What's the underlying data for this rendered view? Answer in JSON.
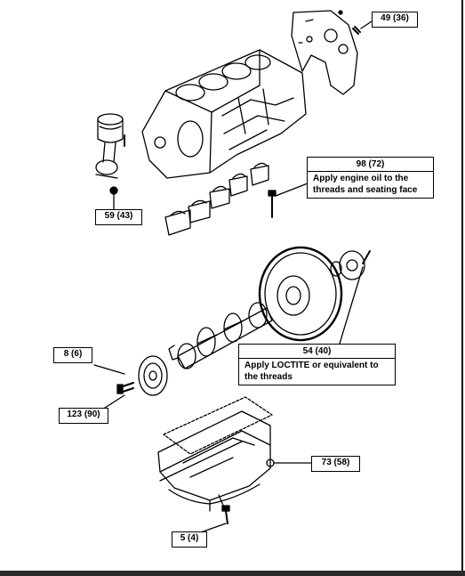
{
  "callouts": {
    "c49": "49 (36)",
    "c98": "98 (72)",
    "c98_note": "Apply engine oil to the threads and seating face",
    "c59": "59 (43)",
    "c8": "8 (6)",
    "c123": "123 (90)",
    "c54": "54 (40)",
    "c54_note": "Apply LOCTITE or equivalent to the threads",
    "c73": "73 (58)",
    "c5": "5 (4)"
  }
}
